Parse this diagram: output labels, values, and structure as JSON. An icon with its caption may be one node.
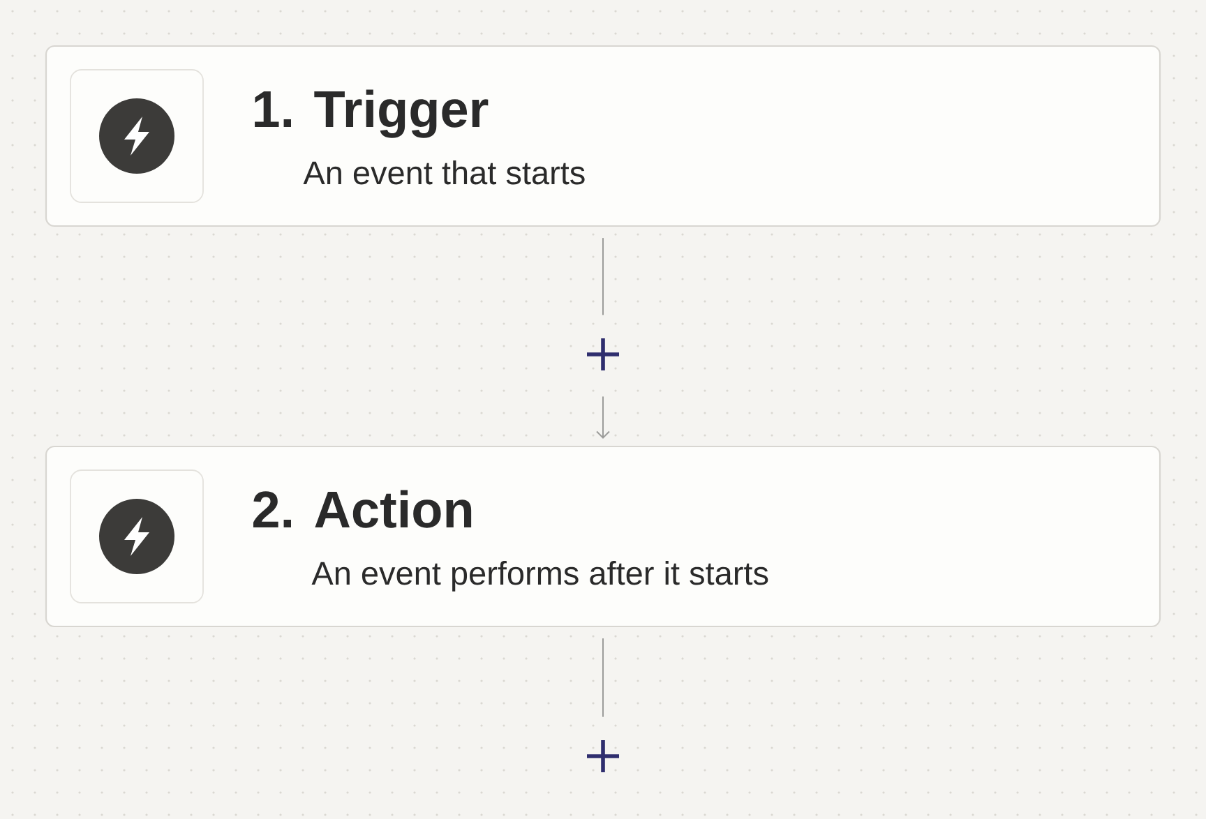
{
  "diagram": {
    "nodes": [
      {
        "text": [
          "1. Trigger",
          "An event that starts"
        ]
      },
      {
        "text": [],
        "shape": "plus"
      },
      {
        "text": [
          "2. Action",
          "An event performs after it starts"
        ]
      },
      {
        "text": [],
        "shape": "plus"
      }
    ],
    "edges": [
      {
        "from": 0,
        "to": 1,
        "arrow": "none"
      },
      {
        "from": 1,
        "to": 2,
        "arrow": "to"
      },
      {
        "from": 2,
        "to": 3,
        "arrow": "none"
      }
    ]
  }
}
